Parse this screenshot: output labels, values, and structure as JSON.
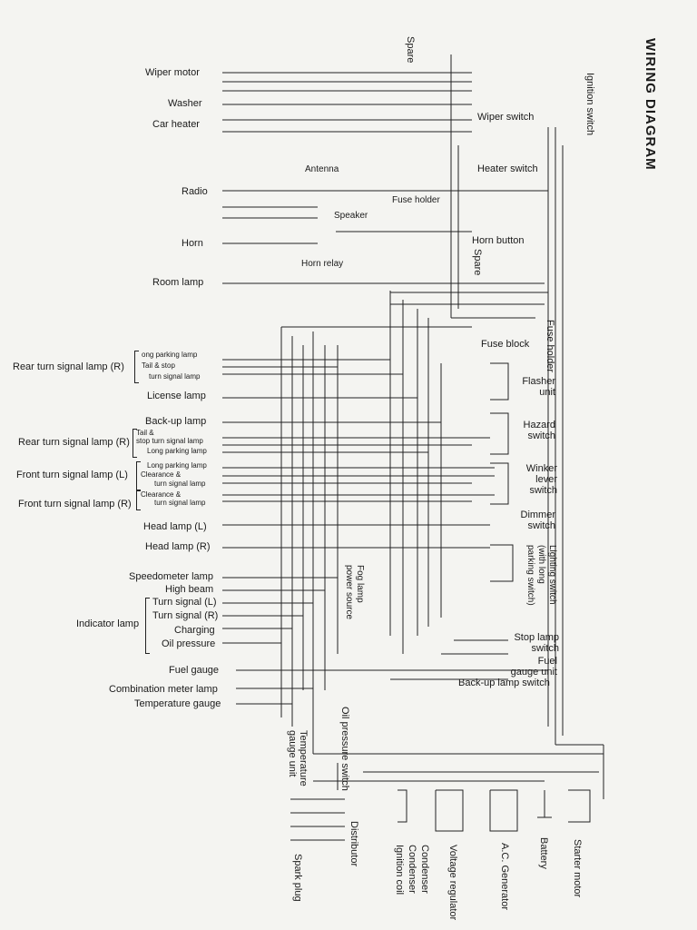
{
  "title": "WIRING DIAGRAM",
  "left_labels": {
    "wiper_motor": "Wiper motor",
    "washer": "Washer",
    "car_heater": "Car heater",
    "antenna": "Antenna",
    "radio": "Radio",
    "speaker": "Speaker",
    "fuse_holder": "Fuse holder",
    "horn": "Horn",
    "horn_relay": "Horn relay",
    "room_lamp": "Room lamp",
    "rear_turn_r": "Rear turn signal lamp (R)",
    "long_parking_lamp_1": "ong parking lamp",
    "tail_stop": "Tail & stop",
    "turn_signal_lamp": "turn signal lamp",
    "license_lamp": "License lamp",
    "backup_lamp": "Back-up lamp",
    "rear_turn_r2": "Rear turn signal lamp (R)",
    "tail_amp": "Tail &",
    "stop_turn_signal_lamp": "stop turn signal lamp",
    "long_parking_lamp_2": "Long parking lamp",
    "front_turn_l": "Front turn signal lamp (L)",
    "long_parking_lamp_3": "Long parking lamp",
    "clearance_1": "Clearance &",
    "turn_signal_lamp_2": "turn signal lamp",
    "front_turn_r": "Front turn signal lamp (R)",
    "clearance_2": "Clearance &",
    "turn_signal_lamp_3": "turn signal lamp",
    "head_lamp_l": "Head lamp (L)",
    "head_lamp_r": "Head lamp (R)",
    "speedometer_lamp": "Speedometer lamp",
    "high_beam": "High beam",
    "turn_signal_l": "Turn signal (L)",
    "turn_signal_r": "Turn signal (R)",
    "charging": "Charging",
    "oil_pressure": "Oil pressure",
    "indicator_lamp": "Indicator lamp",
    "fuel_gauge": "Fuel gauge",
    "combination_meter_lamp": "Combination meter lamp",
    "temperature_gauge": "Temperature gauge"
  },
  "right_labels": {
    "spare_top": "Spare",
    "ignition_switch": "Ignition switch",
    "wiper_switch": "Wiper switch",
    "heater_switch": "Heater switch",
    "horn_button": "Horn button",
    "spare_mid": "Spare",
    "fuse_block": "Fuse block",
    "fuse_holder_right": "Fuse holder",
    "flasher_unit": "Flasher unit",
    "hazard_switch": "Hazard switch",
    "winker_lever_switch": "Winker lever switch",
    "dimmer_switch": "Dimmer switch",
    "lighting_switch": "Lighting switch (with long parking switch)",
    "fog_lamp_power_source": "Fog lamp power source",
    "stop_lamp_switch": "Stop lamp switch",
    "fuel_gauge_unit": "Fuel gauge unit",
    "backup_lamp_switch": "Back-up lamp switch"
  },
  "bottom_labels": {
    "oil_pressure_switch": "Oil pressure switch",
    "temperature_gauge_unit": "Temperature gauge unit",
    "spark_plug": "Spark plug",
    "distributor": "Distributor",
    "ignition_coil": "Ignition coil",
    "condenser_1": "Condenser",
    "condenser_2": "Condenser",
    "voltage_regulator": "Voltage regulator",
    "ac_generator": "A.C. Generator",
    "battery": "Battery",
    "starter_motor": "Starter motor"
  }
}
